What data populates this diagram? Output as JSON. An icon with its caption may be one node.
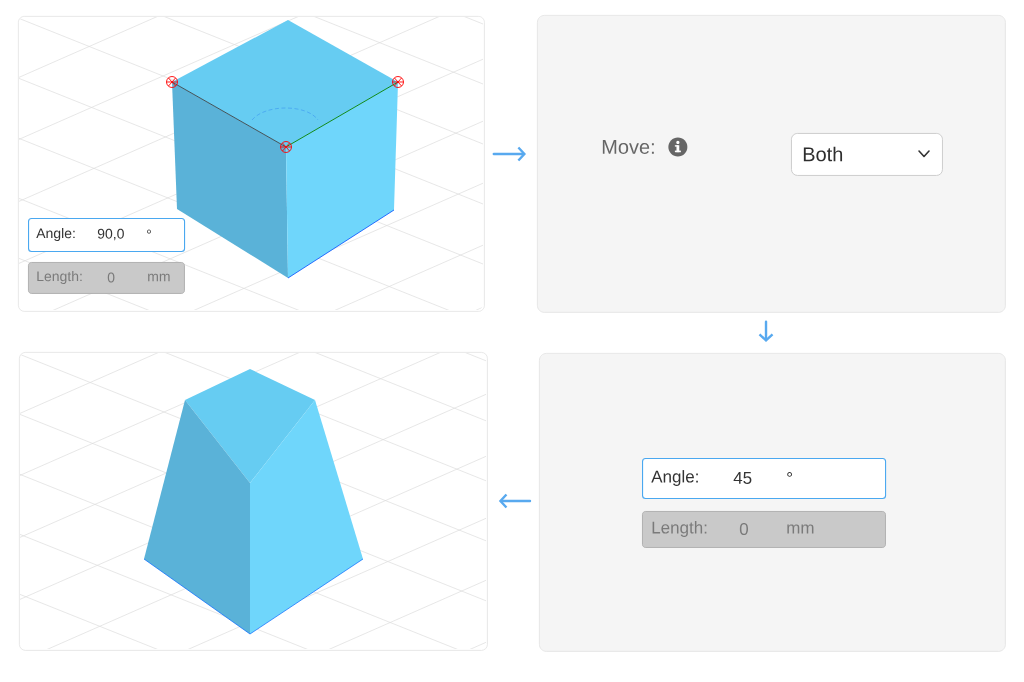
{
  "diagram": {
    "nodes": [
      {
        "text": [],
        "shape": "picture"
      },
      {
        "text": [
          "Angle:",
          "90,0",
          "°"
        ],
        "in": 0
      },
      {
        "text": [
          "Length:",
          "0",
          "mm"
        ],
        "in": 0
      },
      {
        "text": [
          "Move:"
        ]
      },
      {
        "text": [
          "Both"
        ],
        "in": 3
      },
      {
        "text": [],
        "shape": "box"
      },
      {
        "text": [
          "Angle:",
          "45",
          "°"
        ],
        "in": 5
      },
      {
        "text": [
          "Length:",
          "0",
          "mm"
        ],
        "in": 5
      },
      {
        "text": [],
        "shape": "picture"
      }
    ],
    "edges": [
      {
        "from": 0,
        "to": 3,
        "arrow": "to"
      },
      {
        "from": 3,
        "to": 5,
        "arrow": "to"
      },
      {
        "from": 5,
        "to": 8,
        "arrow": "to"
      }
    ]
  }
}
